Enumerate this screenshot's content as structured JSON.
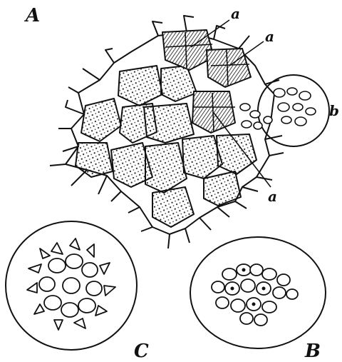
{
  "figure": {
    "panels": [
      {
        "id": "A",
        "letter": "A"
      },
      {
        "id": "B",
        "letter": "B"
      },
      {
        "id": "C",
        "letter": "C"
      }
    ],
    "callouts": [
      "a",
      "a",
      "a",
      "b"
    ]
  }
}
